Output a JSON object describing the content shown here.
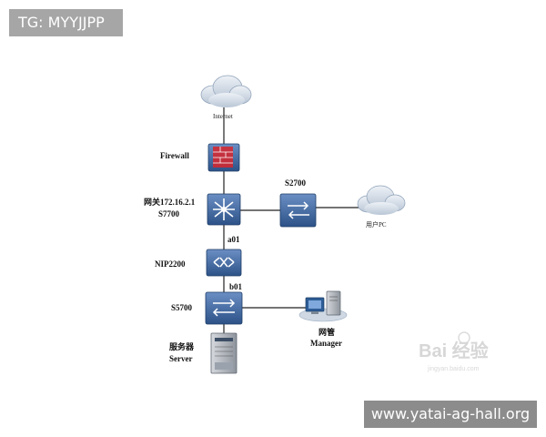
{
  "overlay": {
    "tag_text": "TG: MYYJJPP",
    "site_text": "www.yatai-ag-hall.org"
  },
  "diagram": {
    "internet_label": "Internet",
    "firewall_label": "Firewall",
    "gateway_label": "网关172.16.2.1",
    "s7700_label": "S7700",
    "s2700_label": "S2700",
    "user_pc_label": "用户PC",
    "a01_label": "a01",
    "nip_label": "NIP2200",
    "b01_label": "b01",
    "s5700_label": "S5700",
    "netmgmt_label": "网管",
    "manager_label": "Manager",
    "server_cn_label": "服务器",
    "server_label": "Server"
  },
  "watermark": {
    "main": "Bai 经验",
    "sub": "jingyan.baidu.com"
  },
  "colors": {
    "device_blue": "#3d6aa3",
    "device_dark": "#1f3e66",
    "firewall_red": "#d9262b",
    "cloud_fill": "#cfd8e3",
    "link_color": "#222222"
  }
}
